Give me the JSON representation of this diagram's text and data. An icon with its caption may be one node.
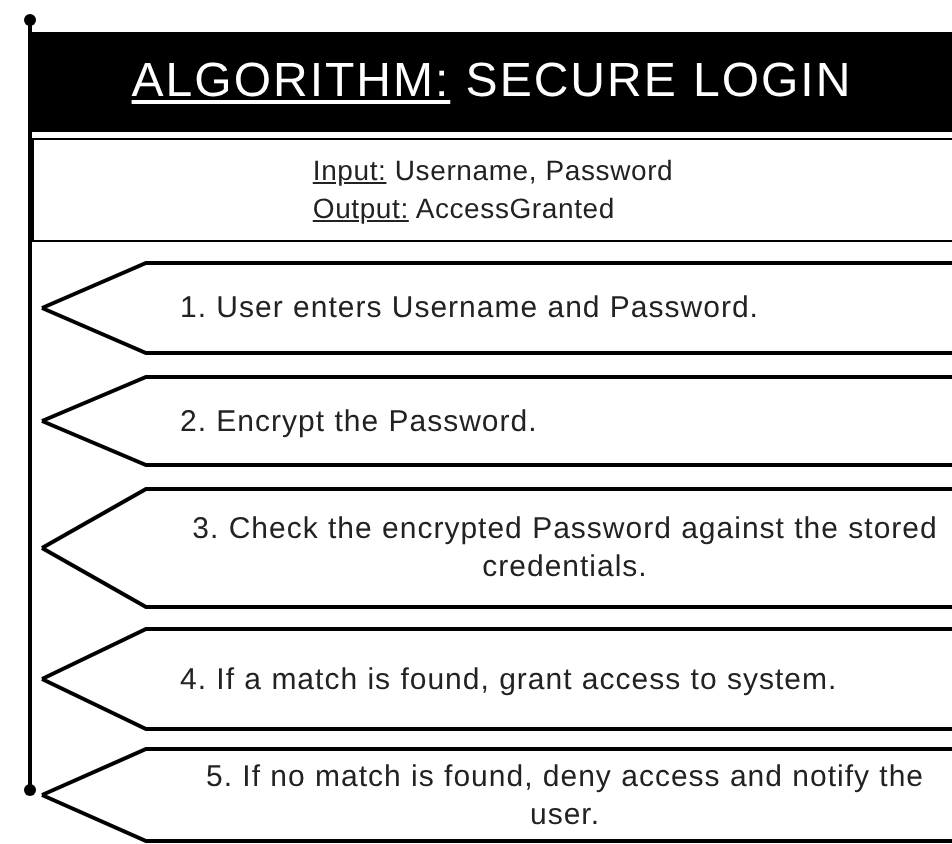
{
  "diagram": {
    "nodes": [
      {
        "text": [
          "ALGORITHM: SECURE LOGIN"
        ]
      },
      {
        "text": [
          "Input: Username, Password",
          "Output: AccessGranted"
        ]
      },
      {
        "text": [
          "1. User enters Username and Password."
        ]
      },
      {
        "text": [
          "2. Encrypt the Password."
        ]
      },
      {
        "text": [
          "3. Check the encrypted Password against the stored credentials."
        ]
      },
      {
        "text": [
          "4. If a match is found, grant access to system."
        ]
      },
      {
        "text": [
          "5. If no match is found, deny access and notify the user."
        ]
      }
    ]
  }
}
